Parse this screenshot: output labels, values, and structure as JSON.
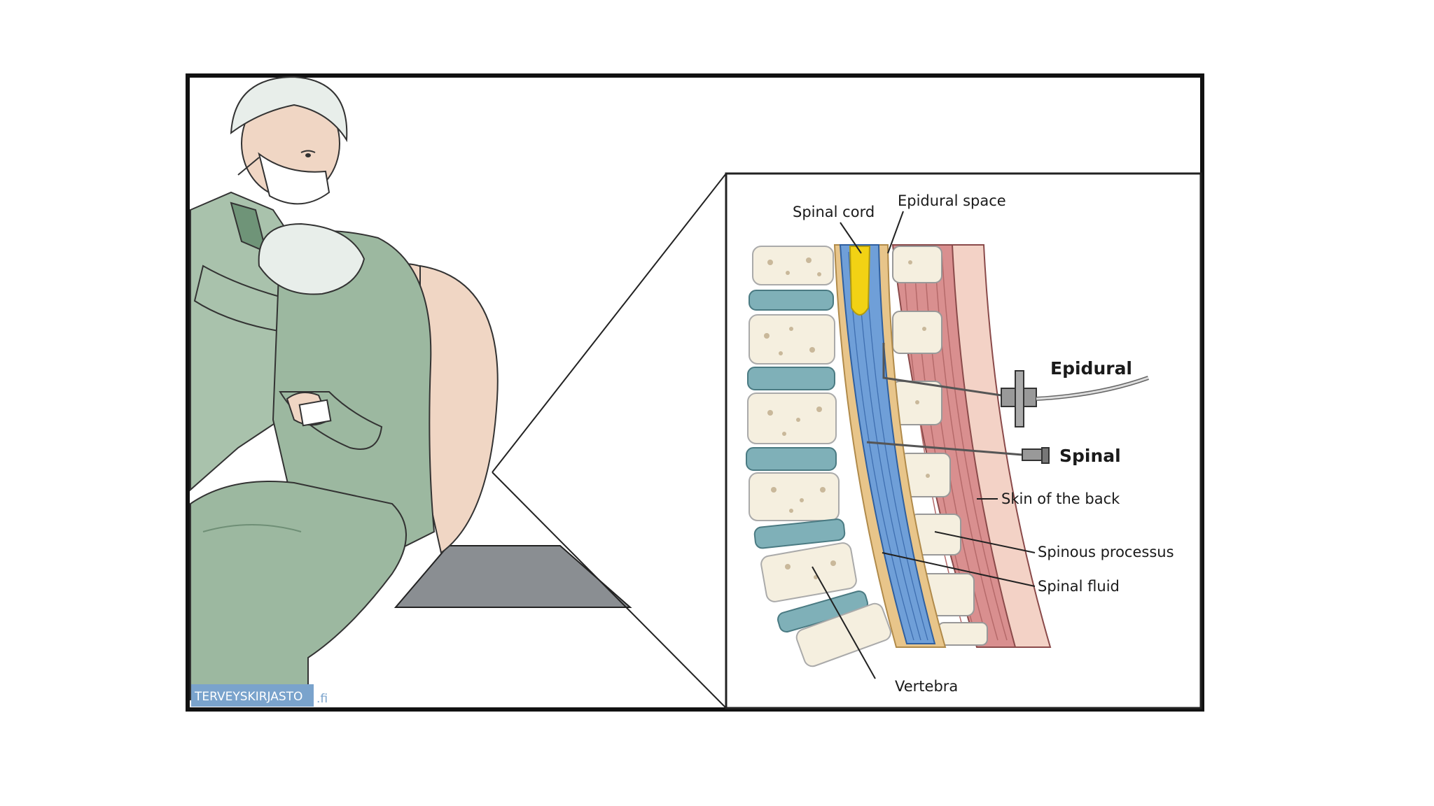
{
  "labels": {
    "spinal_cord": "Spinal cord",
    "epidural_space": "Epidural space",
    "epidural": "Epidural",
    "spinal": "Spinal",
    "skin_of_back": "Skin of the back",
    "spinous_processus": "Spinous processus",
    "spinal_fluid": "Spinal fluid",
    "vertebra": "Vertebra"
  },
  "watermark": {
    "brand": "TERVEYSKIRJASTO",
    "suffix": ".fi"
  },
  "colors": {
    "gown": "#9cb8a0",
    "gown_dark": "#7f9e85",
    "skin": "#f0d6c4",
    "cap": "#e8eeea",
    "bone": "#f5efdf",
    "disc": "#7fb0b8",
    "dura_blue": "#6f9fd8",
    "cord_yellow": "#f2d214",
    "fat_tan": "#e8c58a",
    "muscle": "#d98f8f",
    "skin_layer": "#f3d2c6",
    "bench": "#8c9094"
  }
}
